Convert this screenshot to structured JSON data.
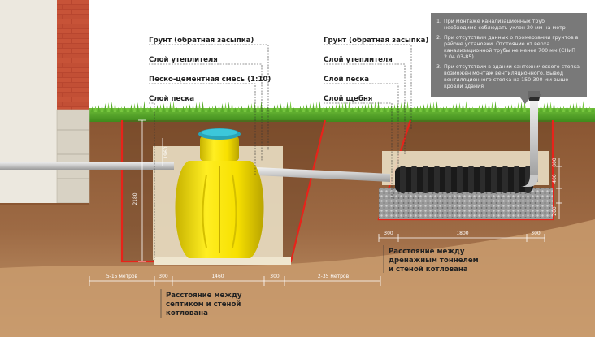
{
  "notes": [
    {
      "num": "1.",
      "lines": [
        "При  монтаже канализационных труб",
        "необходимо соблюдать уклон 20 мм на метр"
      ]
    },
    {
      "num": "2.",
      "lines": [
        "При отсутствии данных о промерзании грунтов в",
        "районе установки. Отстояние от верха",
        "канализационной трубы не менее 700 мм (СНиП",
        "2.04.03-85)"
      ]
    },
    {
      "num": "3.",
      "lines": [
        "При отсутствии в здании сантехнического стояка",
        "возможен монтаж вентиляционного. Вывод",
        "вентиляционного стояка на 150-300 мм выше",
        "кровли здания"
      ]
    }
  ],
  "left_labels": [
    "Грунт (обратная засыпка)",
    "Слой утеплителя",
    "Песко-цементная смесь (1:10)",
    "Слой песка"
  ],
  "right_labels": [
    "Грунт (обратная засыпка)",
    "Слой утеплителя",
    "Слой песка",
    "Слой щебня"
  ],
  "dims": {
    "house": "5-15 метров",
    "gap_left": "300",
    "tank_width": "1460",
    "gap_right": "300",
    "between": "2-35 метров",
    "tank_height": "2180",
    "tank_top": "1960",
    "trench_left": "300",
    "trench_width": "1800",
    "trench_right": "300",
    "vent_top": "800",
    "vent_mid": "400",
    "vent_bottom": "200"
  },
  "captions": {
    "septic": [
      "Расстояние между",
      "септиком и стеной",
      "котлована"
    ],
    "drain": [
      "Расстояние между",
      "дренажным тоннелем",
      "и стеной котлована"
    ]
  }
}
